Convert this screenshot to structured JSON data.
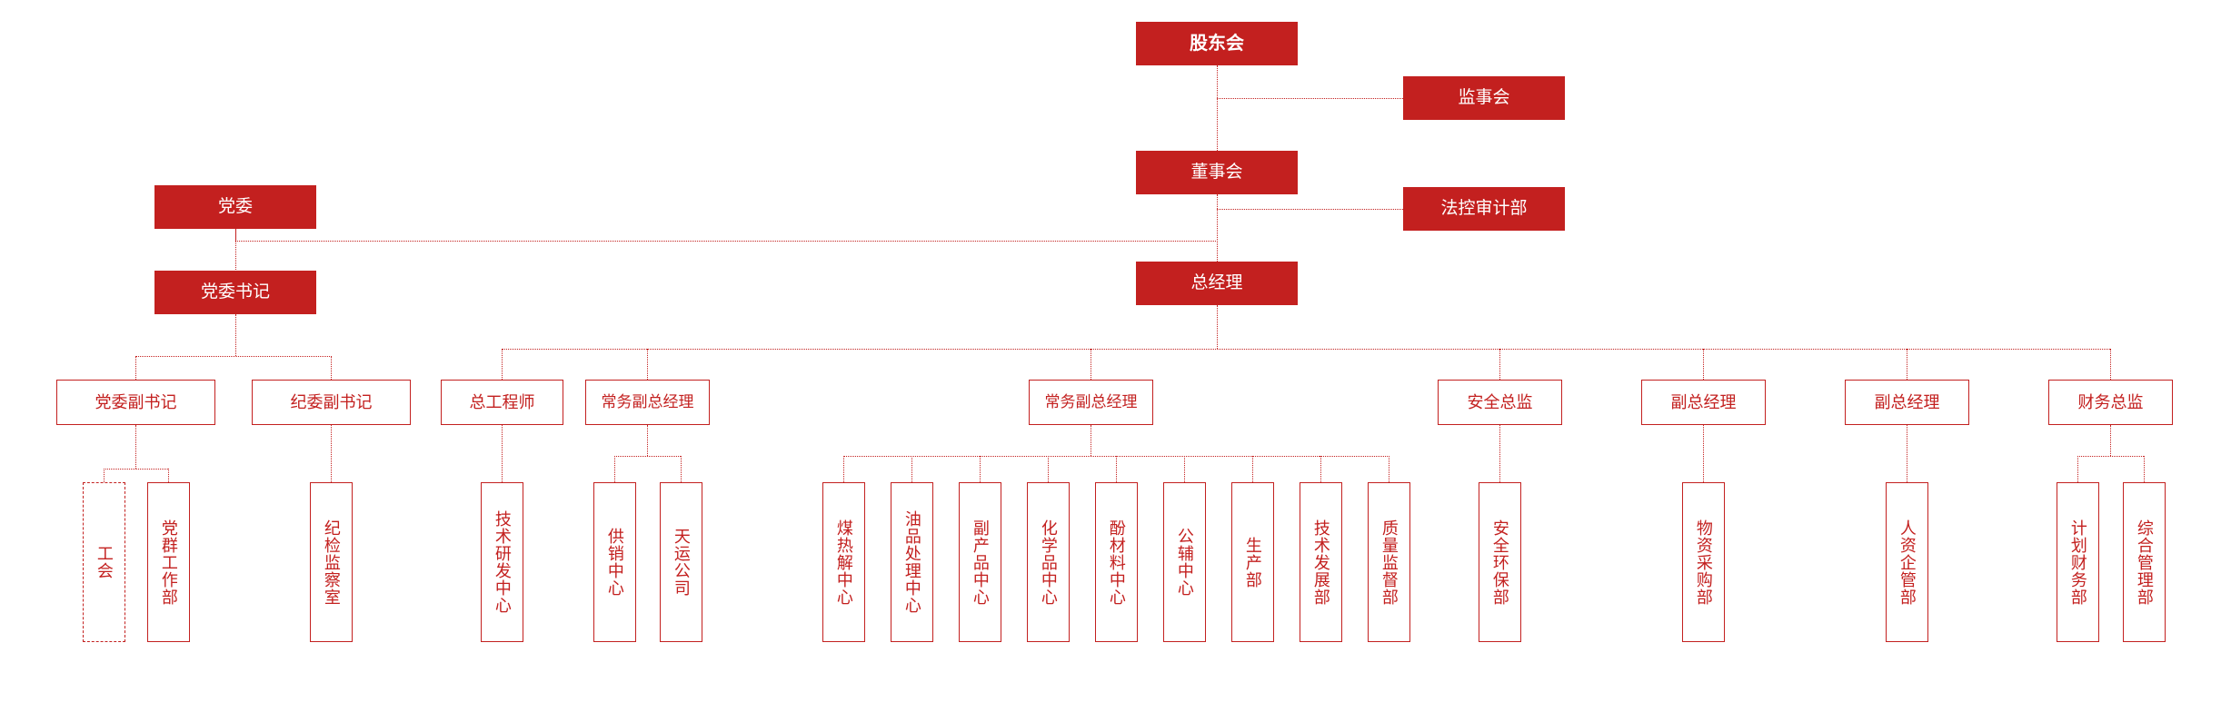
{
  "theme": {
    "accent": "#C3201F",
    "background": "#FFFFFF",
    "line": "#C3201F"
  },
  "chart_data": {
    "type": "diagram",
    "subtype": "organization-chart",
    "title": "",
    "orientation": "top-down",
    "line_style": "dotted",
    "nodes": [
      {
        "id": "shareholders",
        "label": "股东会",
        "style": "filled",
        "bold": true,
        "level": 0
      },
      {
        "id": "supervisors",
        "label": "监事会",
        "style": "filled",
        "bold": false,
        "level": 0
      },
      {
        "id": "board",
        "label": "董事会",
        "style": "filled",
        "bold": false,
        "level": 1
      },
      {
        "id": "legal-audit",
        "label": "法控审计部",
        "style": "filled",
        "bold": false,
        "level": 1
      },
      {
        "id": "gm",
        "label": "总经理",
        "style": "filled",
        "bold": false,
        "level": 2
      },
      {
        "id": "party",
        "label": "党委",
        "style": "filled",
        "bold": false,
        "level": 1
      },
      {
        "id": "party-sec",
        "label": "党委书记",
        "style": "filled",
        "bold": false,
        "level": 2
      },
      {
        "id": "party-dep",
        "label": "党委副书记",
        "style": "outline",
        "bold": false,
        "level": 3
      },
      {
        "id": "disc-dep",
        "label": "纪委副书记",
        "style": "outline",
        "bold": false,
        "level": 3
      },
      {
        "id": "chief-eng",
        "label": "总工程师",
        "style": "outline",
        "bold": false,
        "level": 3
      },
      {
        "id": "evp-1",
        "label": "常务副总经理",
        "style": "outline",
        "bold": false,
        "level": 3
      },
      {
        "id": "evp-2",
        "label": "常务副总经理",
        "style": "outline",
        "bold": false,
        "level": 3
      },
      {
        "id": "safety-dir",
        "label": "安全总监",
        "style": "outline",
        "bold": false,
        "level": 3
      },
      {
        "id": "vp-1",
        "label": "副总经理",
        "style": "outline",
        "bold": false,
        "level": 3
      },
      {
        "id": "vp-2",
        "label": "副总经理",
        "style": "outline",
        "bold": false,
        "level": 3
      },
      {
        "id": "cfo",
        "label": "财务总监",
        "style": "outline",
        "bold": false,
        "level": 3
      },
      {
        "id": "union",
        "label": "工会",
        "style": "outline-dashed",
        "level": 4
      },
      {
        "id": "party-work",
        "label": "党群工作部",
        "style": "outline",
        "level": 4
      },
      {
        "id": "disc-office",
        "label": "纪检监察室",
        "style": "outline",
        "level": 4
      },
      {
        "id": "rd-center",
        "label": "技术研发中心",
        "style": "outline",
        "level": 4
      },
      {
        "id": "supply-center",
        "label": "供销中心",
        "style": "outline",
        "level": 4
      },
      {
        "id": "tianyun",
        "label": "天运公司",
        "style": "outline",
        "level": 4
      },
      {
        "id": "coal-pyro",
        "label": "煤热解中心",
        "style": "outline",
        "level": 4
      },
      {
        "id": "oil-proc",
        "label": "油品处理中心",
        "style": "outline",
        "level": 4
      },
      {
        "id": "byproduct",
        "label": "副产品中心",
        "style": "outline",
        "level": 4
      },
      {
        "id": "chemicals",
        "label": "化学品中心",
        "style": "outline",
        "level": 4
      },
      {
        "id": "phenol",
        "label": "酚材料中心",
        "style": "outline",
        "level": 4
      },
      {
        "id": "utilities",
        "label": "公辅中心",
        "style": "outline",
        "level": 4
      },
      {
        "id": "production",
        "label": "生产部",
        "style": "outline",
        "level": 4
      },
      {
        "id": "tech-dev",
        "label": "技术发展部",
        "style": "outline",
        "level": 4
      },
      {
        "id": "quality",
        "label": "质量监督部",
        "style": "outline",
        "level": 4
      },
      {
        "id": "safety-env",
        "label": "安全环保部",
        "style": "outline",
        "level": 4
      },
      {
        "id": "procurement",
        "label": "物资采购部",
        "style": "outline",
        "level": 4
      },
      {
        "id": "hr",
        "label": "人资企管部",
        "style": "outline",
        "level": 4
      },
      {
        "id": "finance",
        "label": "计划财务部",
        "style": "outline",
        "level": 4
      },
      {
        "id": "admin",
        "label": "综合管理部",
        "style": "outline",
        "level": 4
      }
    ],
    "edges": [
      {
        "from": "shareholders",
        "to": "supervisors"
      },
      {
        "from": "shareholders",
        "to": "board"
      },
      {
        "from": "board",
        "to": "legal-audit"
      },
      {
        "from": "board",
        "to": "gm"
      },
      {
        "from": "board",
        "to": "party"
      },
      {
        "from": "party",
        "to": "party-sec"
      },
      {
        "from": "party-sec",
        "to": "party-dep"
      },
      {
        "from": "party-sec",
        "to": "disc-dep"
      },
      {
        "from": "party-dep",
        "to": "union"
      },
      {
        "from": "party-dep",
        "to": "party-work"
      },
      {
        "from": "disc-dep",
        "to": "disc-office"
      },
      {
        "from": "gm",
        "to": "chief-eng"
      },
      {
        "from": "gm",
        "to": "evp-1"
      },
      {
        "from": "gm",
        "to": "evp-2"
      },
      {
        "from": "gm",
        "to": "safety-dir"
      },
      {
        "from": "gm",
        "to": "vp-1"
      },
      {
        "from": "gm",
        "to": "vp-2"
      },
      {
        "from": "gm",
        "to": "cfo"
      },
      {
        "from": "chief-eng",
        "to": "rd-center"
      },
      {
        "from": "evp-1",
        "to": "supply-center"
      },
      {
        "from": "evp-1",
        "to": "tianyun"
      },
      {
        "from": "evp-2",
        "to": "coal-pyro"
      },
      {
        "from": "evp-2",
        "to": "oil-proc"
      },
      {
        "from": "evp-2",
        "to": "byproduct"
      },
      {
        "from": "evp-2",
        "to": "chemicals"
      },
      {
        "from": "evp-2",
        "to": "phenol"
      },
      {
        "from": "evp-2",
        "to": "utilities"
      },
      {
        "from": "evp-2",
        "to": "production"
      },
      {
        "from": "evp-2",
        "to": "tech-dev"
      },
      {
        "from": "evp-2",
        "to": "quality"
      },
      {
        "from": "safety-dir",
        "to": "safety-env"
      },
      {
        "from": "vp-1",
        "to": "procurement"
      },
      {
        "from": "vp-2",
        "to": "hr"
      },
      {
        "from": "cfo",
        "to": "finance"
      },
      {
        "from": "cfo",
        "to": "admin"
      }
    ]
  },
  "nodes": {
    "shareholders": "股东会",
    "supervisors": "监事会",
    "board": "董事会",
    "legal_audit": "法控审计部",
    "gm": "总经理",
    "party": "党委",
    "party_sec": "党委书记",
    "party_dep": "党委副书记",
    "disc_dep": "纪委副书记",
    "chief_eng": "总工程师",
    "evp_1": "常务副总经理",
    "evp_2": "常务副总经理",
    "safety_dir": "安全总监",
    "vp_1": "副总经理",
    "vp_2": "副总经理",
    "cfo": "财务总监",
    "union": "工会",
    "party_work": "党群工作部",
    "disc_office": "纪检监察室",
    "rd_center": "技术研发中心",
    "supply_center": "供销中心",
    "tianyun": "天运公司",
    "coal_pyro": "煤热解中心",
    "oil_proc": "油品处理中心",
    "byproduct": "副产品中心",
    "chemicals": "化学品中心",
    "phenol": "酚材料中心",
    "utilities": "公辅中心",
    "production": "生产部",
    "tech_dev": "技术发展部",
    "quality": "质量监督部",
    "safety_env": "安全环保部",
    "procurement": "物资采购部",
    "hr": "人资企管部",
    "finance": "计划财务部",
    "admin": "综合管理部"
  }
}
